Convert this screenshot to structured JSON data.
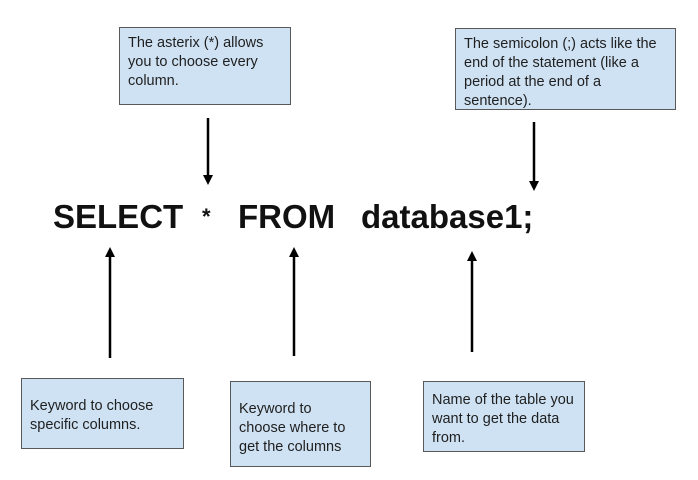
{
  "notes": {
    "asterisk": "The asterix (*) allows you to choose every column.",
    "semicolon": "The semicolon (;) acts like the end of the statement (like a period at the end of a sentence).",
    "select": "Keyword to choose specific columns.",
    "from": "Keyword to choose where to get the columns",
    "table": "Name of the table you want to get the data from."
  },
  "query": {
    "select": "SELECT",
    "star": "*",
    "from": "FROM",
    "table": "database1;"
  },
  "colors": {
    "box_fill": "#cfe2f3",
    "box_border": "#595959",
    "arrow": "#000000",
    "text": "#111111"
  }
}
